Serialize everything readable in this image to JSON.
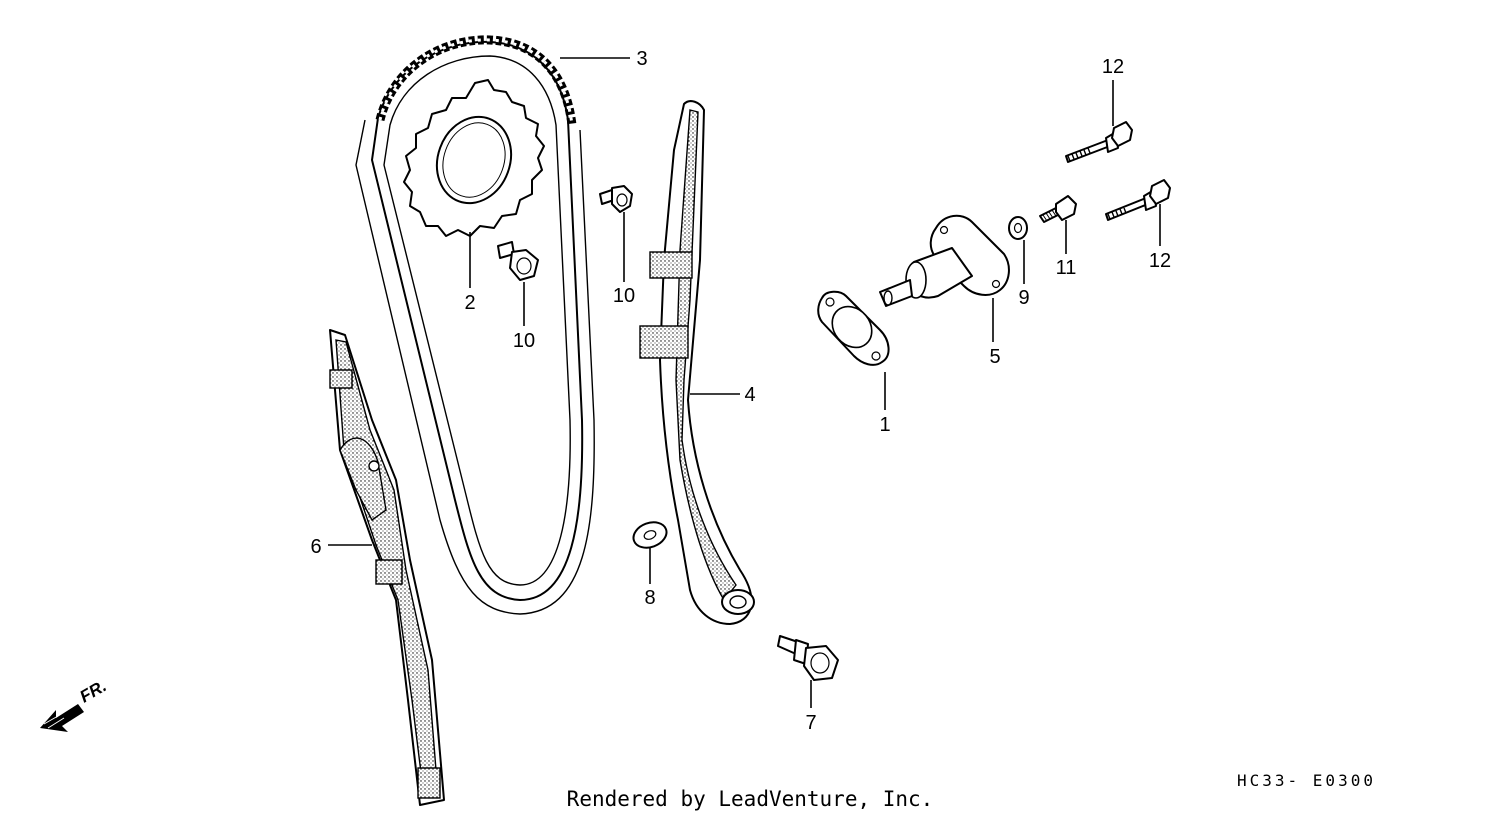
{
  "diagram": {
    "parts": [
      {
        "id": "label-1",
        "number": "1"
      },
      {
        "id": "label-2",
        "number": "2"
      },
      {
        "id": "label-3",
        "number": "3"
      },
      {
        "id": "label-4",
        "number": "4"
      },
      {
        "id": "label-5",
        "number": "5"
      },
      {
        "id": "label-6",
        "number": "6"
      },
      {
        "id": "label-7",
        "number": "7"
      },
      {
        "id": "label-8",
        "number": "8"
      },
      {
        "id": "label-9",
        "number": "9"
      },
      {
        "id": "label-10a",
        "number": "10"
      },
      {
        "id": "label-10b",
        "number": "10"
      },
      {
        "id": "label-11",
        "number": "11"
      },
      {
        "id": "label-12a",
        "number": "12"
      },
      {
        "id": "label-12b",
        "number": "12"
      }
    ],
    "front_marker": "FR.",
    "drawing_code": "HC33- E0300",
    "footer": "Rendered by LeadVenture, Inc."
  }
}
